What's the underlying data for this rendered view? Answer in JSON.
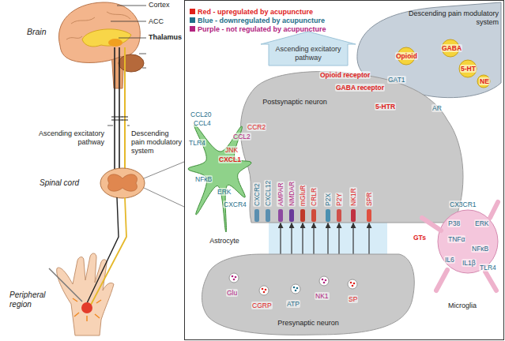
{
  "diagram": {
    "nodes": [
      {
        "text": [
          "Ascending excitatory pathway"
        ]
      },
      {
        "text": [
          "Descending pain modulatory system"
        ]
      },
      {
        "text": [
          "Postsynaptic neuron"
        ]
      },
      {
        "text": [
          "Astrocyte"
        ]
      },
      {
        "text": [
          "Microglia"
        ]
      },
      {
        "text": [
          "Presynaptic neuron"
        ]
      }
    ],
    "edges": [
      {
        "from": 5,
        "to": 2,
        "arrow": "to"
      },
      {
        "from": 5,
        "to": 2,
        "arrow": "to"
      },
      {
        "from": 5,
        "to": 2,
        "arrow": "to"
      },
      {
        "from": 5,
        "to": 2,
        "arrow": "to"
      },
      {
        "from": 5,
        "to": 2,
        "arrow": "to"
      },
      {
        "from": 5,
        "to": 2,
        "arrow": "to"
      },
      {
        "from": 5,
        "to": 2,
        "arrow": "to"
      },
      {
        "from": 5,
        "to": 2,
        "arrow": "to"
      }
    ],
    "labels": [
      "Cortex",
      "ACC",
      "Thalamus",
      "Brain",
      "Ascending excitatory pathway",
      "Descending pain modulatory system",
      "Spinal cord",
      "Peripheral region",
      "CCL20",
      "CCL4",
      "TLR4",
      "CCL2",
      "CCR2",
      "JNK",
      "CXCL1",
      "NFκB",
      "ERK",
      "CXCR4",
      "CXCR2",
      "CXCL12",
      "AMPAR",
      "NMDAR",
      "mGluR",
      "CRLR",
      "P2X",
      "P2Y",
      "NK1R",
      "SPR",
      "Opioid",
      "GABA",
      "5-HT",
      "NE",
      "GAT1",
      "Opioid receptor",
      "GABA receptor",
      "5-HTR",
      "AR",
      "CX3CR1",
      "P38",
      "ERK",
      "TNFα",
      "NFκB",
      "IL6",
      "IL1β",
      "TLR4",
      "GTs",
      "Glu",
      "CGRP",
      "ATP",
      "NK1",
      "SP"
    ],
    "legend": [
      {
        "text": "Red - upregulated by acupuncture",
        "color": "#e0211b"
      },
      {
        "text": "Blue - downregulated by acupuncture",
        "color": "#1f6f8b"
      },
      {
        "text": "Purple - not regulated by acupuncture",
        "color": "#b2237f"
      }
    ]
  }
}
